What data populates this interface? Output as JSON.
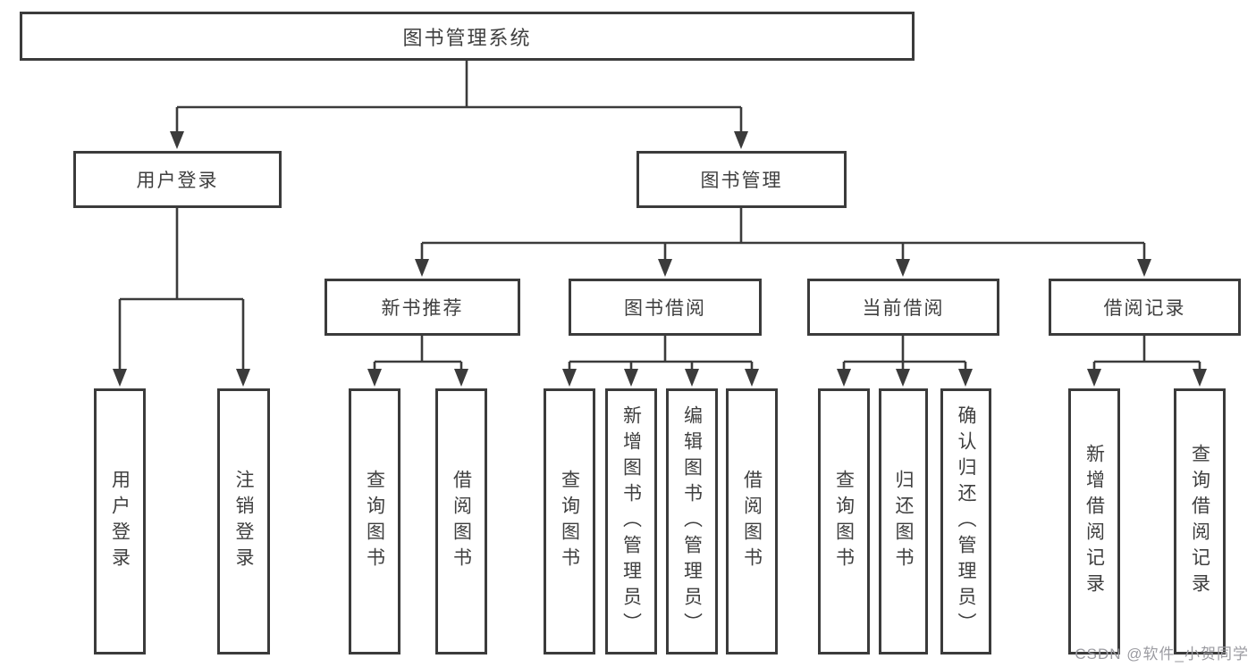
{
  "diagram": {
    "root": {
      "label": "图书管理系统"
    },
    "level2": [
      {
        "label": "用户登录"
      },
      {
        "label": "图书管理"
      }
    ],
    "level3": [
      {
        "label": "新书推荐"
      },
      {
        "label": "图书借阅"
      },
      {
        "label": "当前借阅"
      },
      {
        "label": "借阅记录"
      }
    ],
    "leaves": [
      {
        "label": "用户登录"
      },
      {
        "label": "注销登录"
      },
      {
        "label": "查询图书"
      },
      {
        "label": "借阅图书"
      },
      {
        "label": "查询图书"
      },
      {
        "label": "新增图书（管理员）"
      },
      {
        "label": "编辑图书（管理员）"
      },
      {
        "label": "借阅图书"
      },
      {
        "label": "查询图书"
      },
      {
        "label": "归还图书"
      },
      {
        "label": "确认归还（管理员）"
      },
      {
        "label": "新增借阅记录"
      },
      {
        "label": "查询借阅记录"
      }
    ],
    "watermark": "CSDN @软件_小贺同学",
    "colors": {
      "line": "#3b3b3b",
      "text": "#3f3f3f",
      "watermark": "#9b9ba1",
      "background": "#ffffff"
    }
  }
}
